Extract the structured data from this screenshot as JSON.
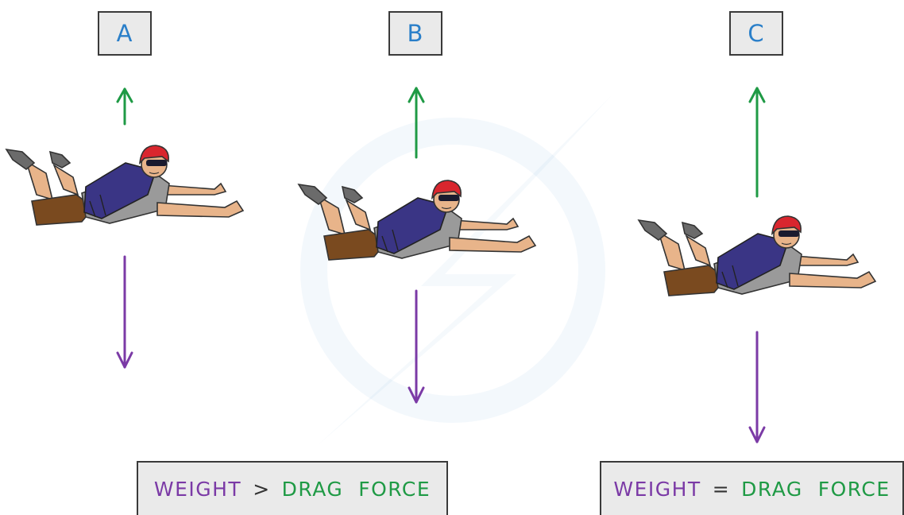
{
  "labels": {
    "a": "A",
    "b": "B",
    "c": "C"
  },
  "conditions": [
    {
      "weight": "WEIGHT",
      "operator": ">",
      "drag": "DRAG  FORCE"
    },
    {
      "weight": "WEIGHT",
      "operator": "=",
      "drag": "DRAG  FORCE"
    }
  ],
  "colors": {
    "drag_arrow": "#1f9a45",
    "weight_arrow": "#7b3aa6",
    "label_text": "#2a7fc9"
  }
}
